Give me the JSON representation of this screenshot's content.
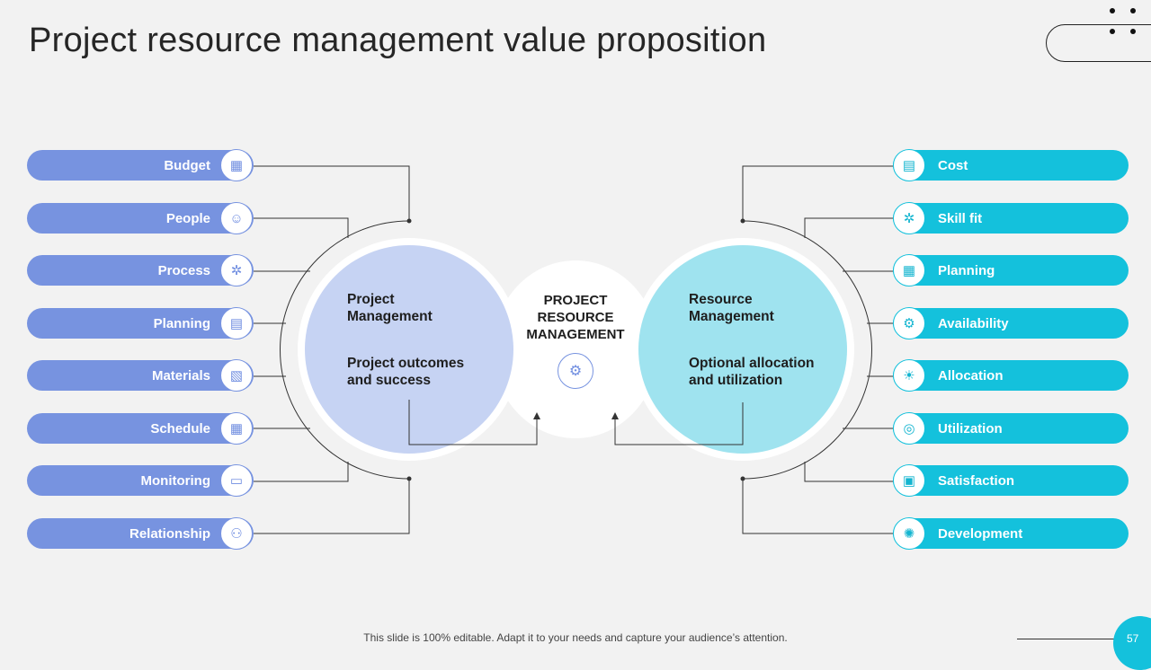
{
  "title": "Project resource management value proposition",
  "left_items": [
    {
      "label": "Budget",
      "icon": "budget-icon",
      "glyph": "▦"
    },
    {
      "label": "People",
      "icon": "people-icon",
      "glyph": "☺"
    },
    {
      "label": "Process",
      "icon": "process-icon",
      "glyph": "✲"
    },
    {
      "label": "Planning",
      "icon": "planning-icon",
      "glyph": "▤"
    },
    {
      "label": "Materials",
      "icon": "materials-icon",
      "glyph": "▧"
    },
    {
      "label": "Schedule",
      "icon": "schedule-icon",
      "glyph": "▦"
    },
    {
      "label": "Monitoring",
      "icon": "monitoring-icon",
      "glyph": "▭"
    },
    {
      "label": "Relationship",
      "icon": "relationship-icon",
      "glyph": "⚇"
    }
  ],
  "right_items": [
    {
      "label": "Cost",
      "icon": "cost-icon",
      "glyph": "▤"
    },
    {
      "label": "Skill fit",
      "icon": "skill-fit-icon",
      "glyph": "✲"
    },
    {
      "label": "Planning",
      "icon": "planning-grid-icon",
      "glyph": "▦"
    },
    {
      "label": "Availability",
      "icon": "availability-icon",
      "glyph": "⚙"
    },
    {
      "label": "Allocation",
      "icon": "allocation-icon",
      "glyph": "☀"
    },
    {
      "label": "Utilization",
      "icon": "utilization-icon",
      "glyph": "◎"
    },
    {
      "label": "Satisfaction",
      "icon": "satisfaction-icon",
      "glyph": "▣"
    },
    {
      "label": "Development",
      "icon": "development-icon",
      "glyph": "✺"
    }
  ],
  "left_circle": {
    "heading": "Project\nManagement",
    "body": "Project outcomes\nand success"
  },
  "center": {
    "title": "PROJECT\nRESOURCE\nMANAGEMENT",
    "icon": "team-gear-icon",
    "glyph": "⚙"
  },
  "right_circle": {
    "heading": "Resource\nManagement",
    "body": "Optional allocation\nand utilization"
  },
  "footer": "This slide is 100% editable. Adapt it to your needs and capture your audience’s attention.",
  "page_number": "57",
  "colors": {
    "left_accent": "#7793e0",
    "right_accent": "#14c1dc",
    "left_circle": "#c6d3f3",
    "right_circle": "#9fe3ef",
    "background": "#f2f2f2"
  }
}
